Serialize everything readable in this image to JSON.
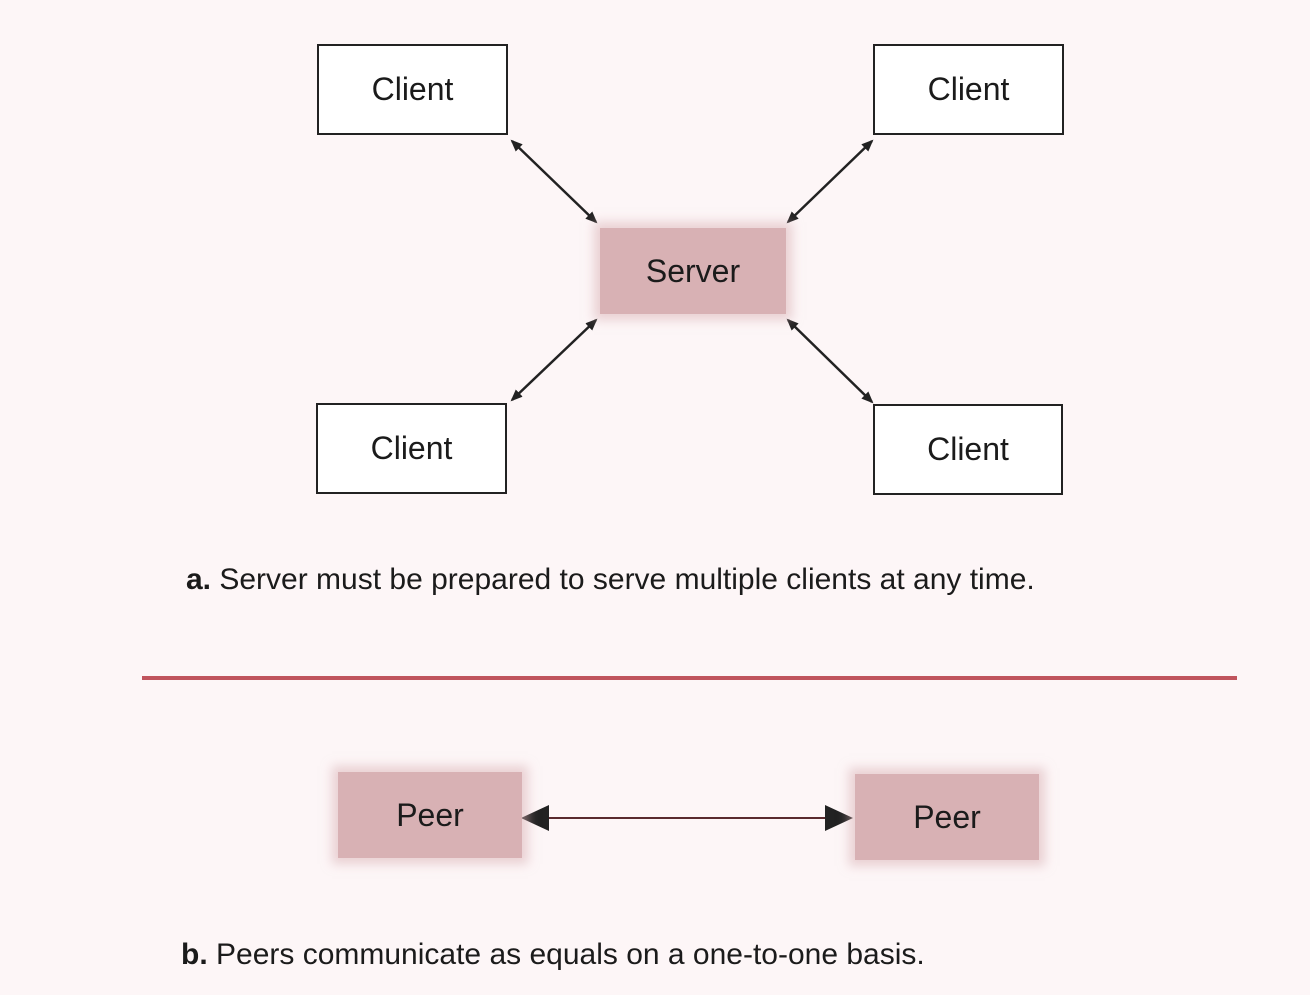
{
  "part_a": {
    "clients": [
      {
        "label": "Client"
      },
      {
        "label": "Client"
      },
      {
        "label": "Client"
      },
      {
        "label": "Client"
      }
    ],
    "server": {
      "label": "Server"
    },
    "caption_letter": "a.",
    "caption_text": " Server must be prepared to serve multiple clients at any time."
  },
  "part_b": {
    "peers": [
      {
        "label": "Peer"
      },
      {
        "label": "Peer"
      }
    ],
    "caption_letter": "b.",
    "caption_text": " Peers communicate as equals on a one-to-one basis."
  },
  "colors": {
    "shaded_box": "#d8b1b4",
    "divider": "#c0545d",
    "arrow": "#222222"
  }
}
